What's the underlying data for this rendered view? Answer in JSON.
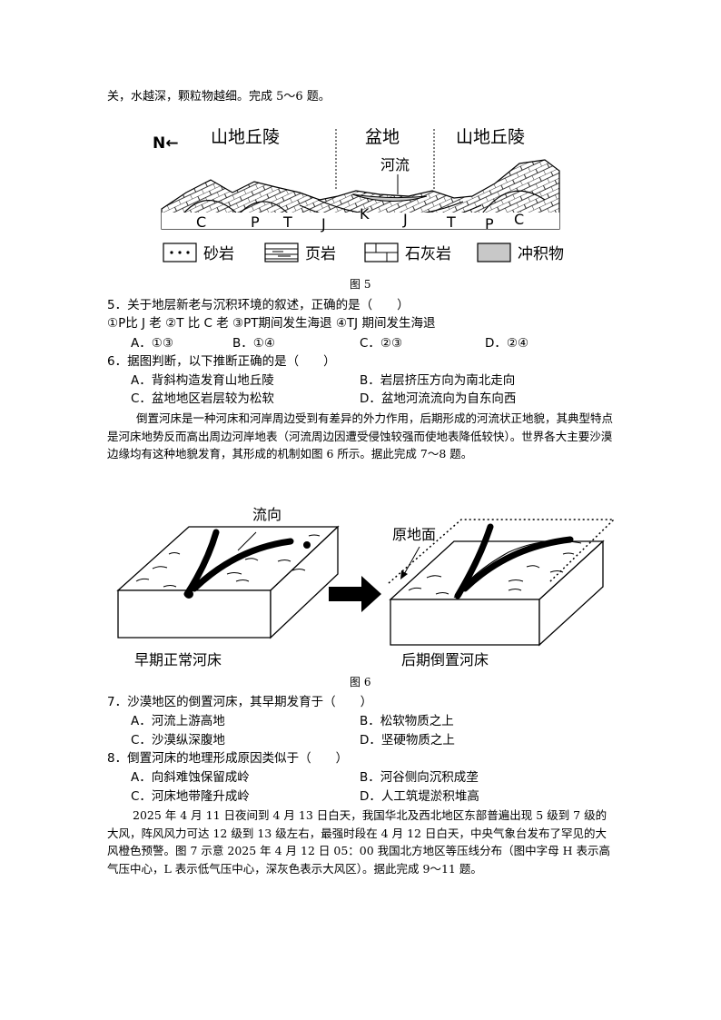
{
  "intro_tail": "关，水越深，颗粒物越细。完成 5～6 题。",
  "fig5": {
    "caption": "图 5",
    "north_label": "N←",
    "regions": [
      "山地丘陵",
      "盆地",
      "山地丘陵"
    ],
    "river_label": "河流",
    "strata_left": [
      "C",
      "P",
      "T",
      "J"
    ],
    "strata_center": [
      "K",
      "J"
    ],
    "strata_right": [
      "T",
      "P",
      "C"
    ],
    "legend": [
      "砂岩",
      "页岩",
      "石灰岩",
      "冲积物"
    ]
  },
  "q5": {
    "stem": "5．关于地层新老与沉积环境的叙述，正确的是（　　）",
    "statements": "①P比 J 老  ②T 比 C 老  ③PT期间发生海退  ④TJ 期间发生海退",
    "options": [
      "A．①③",
      "B．①④",
      "C．②③",
      "D．②④"
    ]
  },
  "q6": {
    "stem": "6．据图判断，以下推断正确的是（　　）",
    "options": [
      "A．背斜构造发育山地丘陵",
      "B．岩层挤压方向为南北走向",
      "C．盆地地区岩层较为松软",
      "D．盆地河流流向为自东向西"
    ]
  },
  "passage2": "倒置河床是一种河床和河岸周边受到有差异的外力作用，后期形成的河流状正地貌，其典型特点是河床地势反而高出周边河岸地表（河流周边因遭受侵蚀较强而使地表降低较快）。世界各大主要沙漠边缘均有这种地貌发育，其形成的机制如图 6 所示。据此完成 7～8 题。",
  "fig6": {
    "caption": "图 6",
    "flow_label": "流向",
    "ground_label": "原地面",
    "left_label": "早期正常河床",
    "right_label": "后期倒置河床"
  },
  "q7": {
    "stem": "7．沙漠地区的倒置河床，其早期发育于（　　）",
    "options": [
      "A．河流上游高地",
      "B．松软物质之上",
      "C．沙漠纵深腹地",
      "D．坚硬物质之上"
    ]
  },
  "q8": {
    "stem": "8．倒置河床的地理形成原因类似于（　　）",
    "options": [
      "A．向斜难蚀保留成岭",
      "B．河谷侧向沉积成垄",
      "C．河床地带隆升成岭",
      "D．人工筑堤淤积堆高"
    ]
  },
  "passage3": "2025 年 4 月 11 日夜间到 4 月 13 日白天，我国华北及西北地区东部普遍出现 5 级到 7 级的大风，阵风风力可达 12 级到 13 级左右，最强时段在 4 月 12 日白天，中央气象台发布了罕见的大风橙色预警。图 7 示意 2025 年 4 月 12 日 05：00 我国北方地区等压线分布（图中字母 H 表示高气压中心，L 表示低气压中心，深灰色表示大风区）。据此完成 9～11 题。"
}
